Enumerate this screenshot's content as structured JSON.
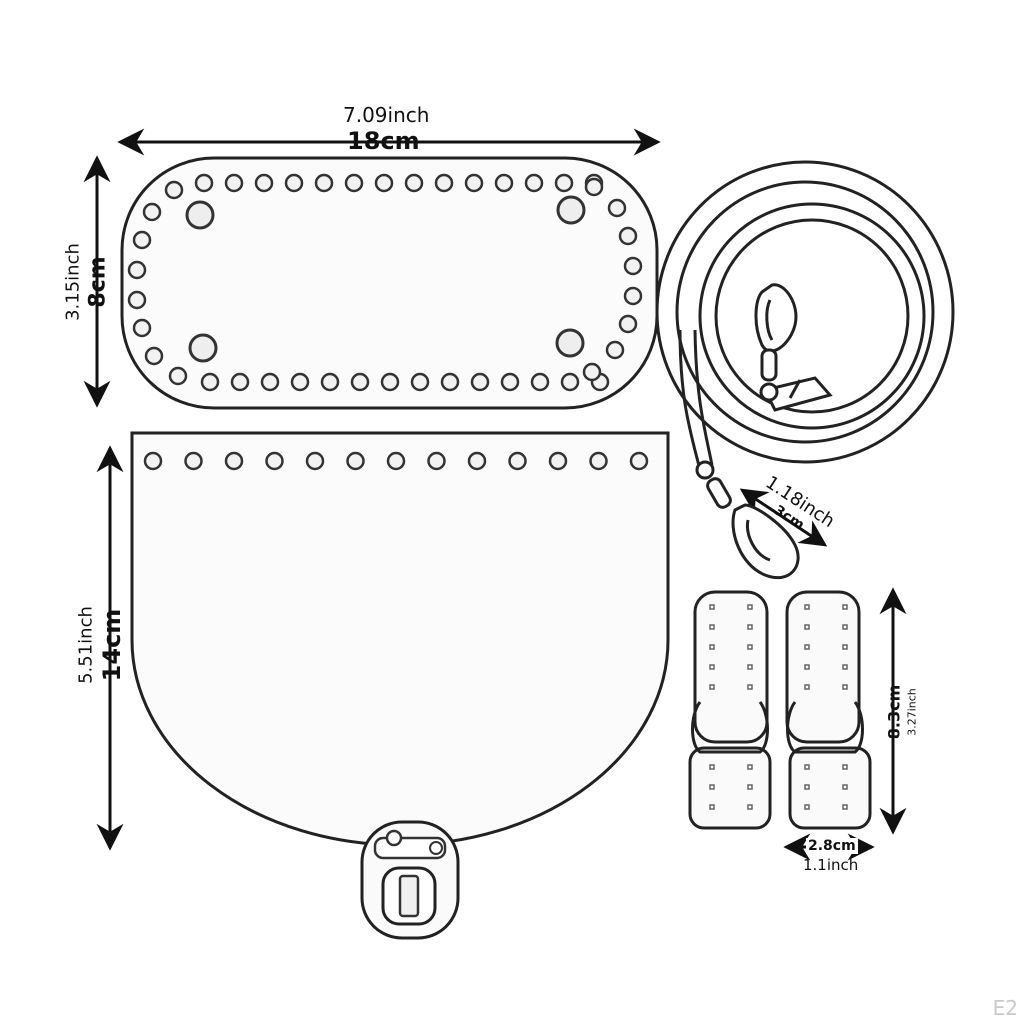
{
  "dimensions": {
    "width_inch": "7.09inch",
    "width_cm": "18cm",
    "base_height_inch": "3.15inch",
    "base_height_cm": "8cm",
    "flap_height_inch": "5.51inch",
    "flap_height_cm": "14cm",
    "hook_width_inch": "1.18inch",
    "hook_width_cm": "3cm",
    "tab_height_cm": "8.3cm",
    "tab_height_inch": "3.27inch",
    "tab_width_cm": "2.8cm",
    "tab_width_inch": "1.1inch"
  },
  "corner_label": "E2",
  "icons": [
    "bag-base-panel",
    "bag-flap-panel",
    "shoulder-strap",
    "swivel-hook",
    "twist-lock",
    "strap-tab"
  ]
}
